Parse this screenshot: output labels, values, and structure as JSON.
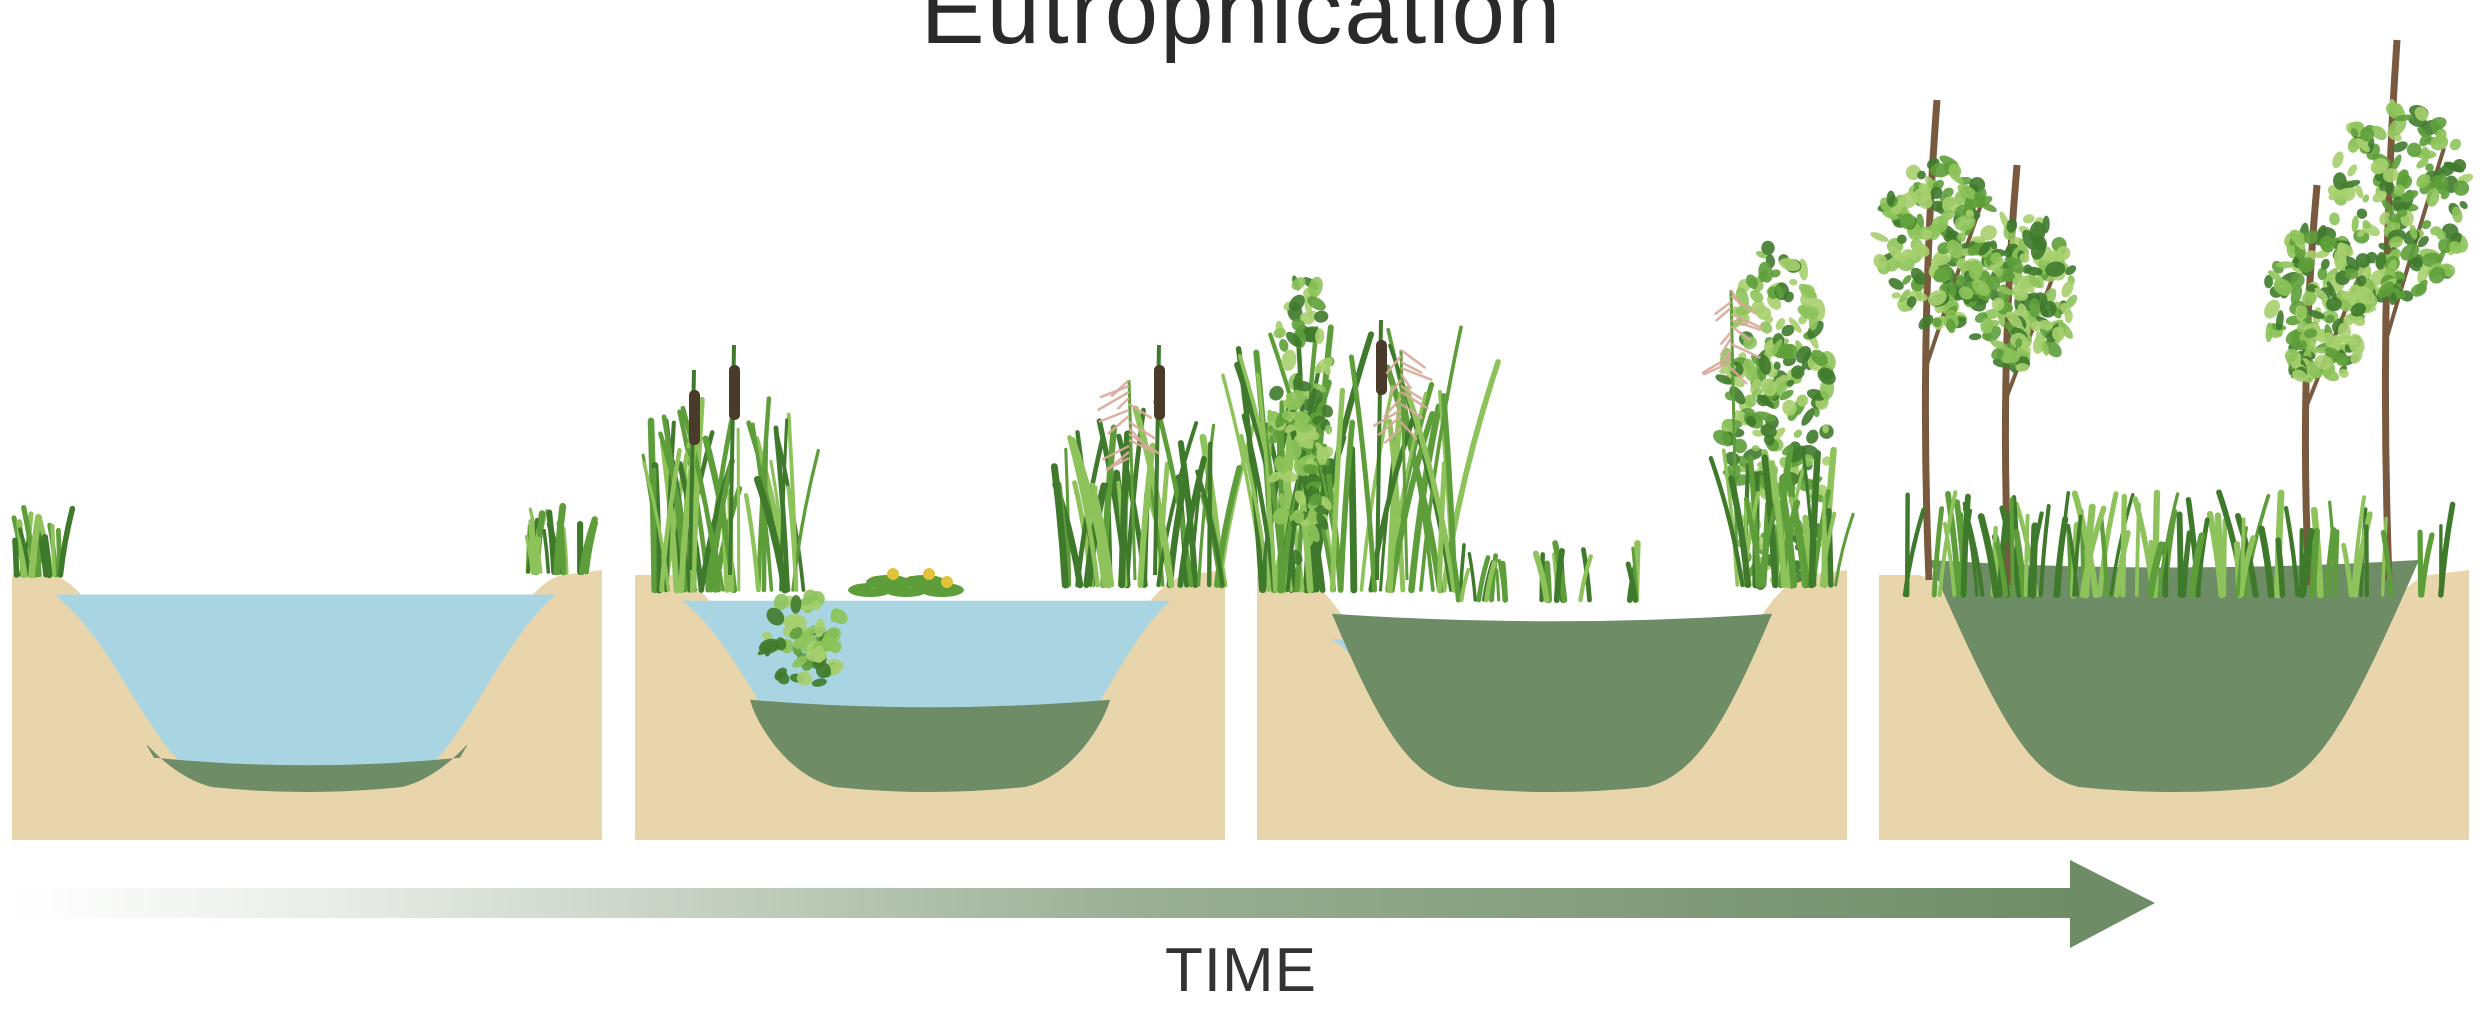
{
  "title": "Eutrophication",
  "axis": {
    "label": "TIME"
  },
  "colors": {
    "soil": "#E8D5AB",
    "water": "#A8D5E1",
    "sediment": "#6E8C66",
    "sediment_edge": "#54704E",
    "plant_light": "#8DC35A",
    "plant_mid": "#5E9E3A",
    "plant_dark": "#3F7A2C",
    "reed_plume": "#D9A99B",
    "cattail": "#4A3A2A",
    "lily_flower": "#E3C33A",
    "trunk": "#7A5A3E",
    "arrow": "#6E8C66"
  },
  "stages": [
    {
      "name": "stage-1",
      "water_level": 0.95,
      "sediment_fill": 0.08,
      "vegetation": "sparse"
    },
    {
      "name": "stage-2",
      "water_level": 0.88,
      "sediment_fill": 0.35,
      "vegetation": "reeds-and-lilies"
    },
    {
      "name": "stage-3",
      "water_level": 0.45,
      "sediment_fill": 0.75,
      "vegetation": "reeds-and-shrubs"
    },
    {
      "name": "stage-4",
      "water_level": 0.0,
      "sediment_fill": 1.0,
      "vegetation": "trees"
    }
  ]
}
